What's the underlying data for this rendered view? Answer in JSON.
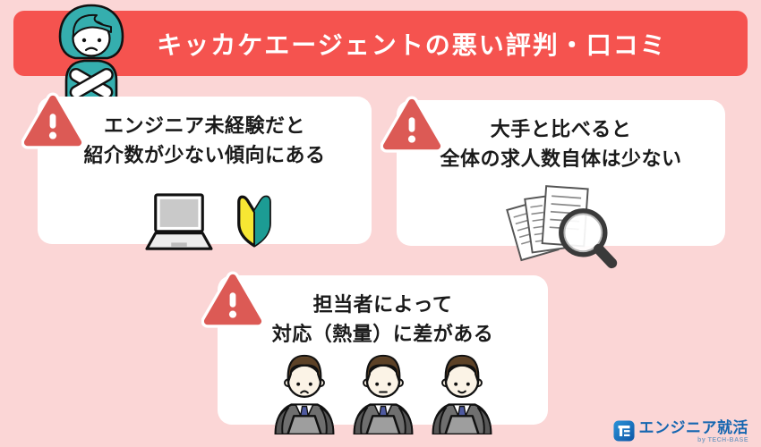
{
  "header": {
    "title": "キッカケエージェントの悪い評判・口コミ"
  },
  "cards": [
    {
      "line1": "エンジニア未経験だと",
      "line2": "紹介数が少ない傾向にある",
      "icons": [
        "laptop-icon",
        "beginner-mark-icon"
      ]
    },
    {
      "line1": "大手と比べると",
      "line2": "全体の求人数自体は少ない",
      "icons": [
        "documents-icon",
        "magnifier-icon"
      ]
    },
    {
      "line1": "担当者によって",
      "line2": "対応（熱量）に差がある",
      "icons": [
        "businessman-sad-icon",
        "businessman-neutral-icon",
        "businessman-happy-icon"
      ]
    }
  ],
  "footer": {
    "logo_text": "エンジニア就活",
    "logo_byline": "by TECH-BASE"
  },
  "colors": {
    "background": "#FBD6D6",
    "banner": "#F5534F",
    "warning": "#DC5A55",
    "card": "#FFFFFF",
    "text": "#1A1A1A",
    "teal": "#35AEAE",
    "beginner-yellow": "#F7E733",
    "beginner-green": "#1C9C94",
    "logo-blue": "#1566B0"
  }
}
